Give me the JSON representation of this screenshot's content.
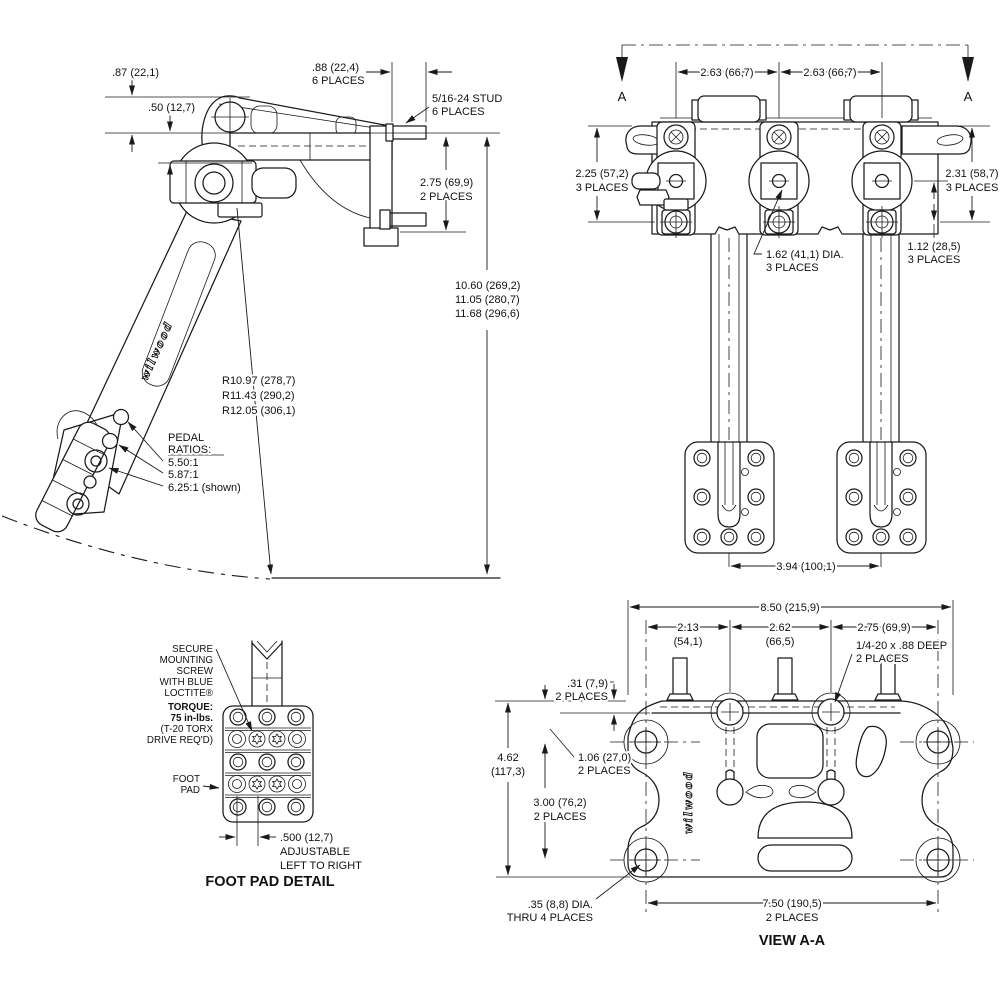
{
  "side_view": {
    "dim_a": ".87 (22,1)",
    "dim_b": ".50 (12,7)",
    "dim_c1": ".88 (22,4)",
    "dim_c2": "6 PLACES",
    "stud1": "5/16-24 STUD",
    "stud2": "6 PLACES",
    "dim_d1": "2.75 (69,9)",
    "dim_d2": "2 PLACES",
    "heights": [
      "10.60 (269,2)",
      "11.05 (280,7)",
      "11.68 (296,6)"
    ],
    "radii": [
      "R10.97 (278,7)",
      "R11.43 (290,2)",
      "R12.05 (306,1)"
    ],
    "ratios_t1": "PEDAL",
    "ratios_t2": "RATIOS:",
    "ratios": [
      "5.50:1",
      "5.87:1",
      "6.25:1 (shown)"
    ],
    "logo": "wilwood"
  },
  "front_view": {
    "section": "A",
    "dim_263a": "2.63 (66,7)",
    "dim_263b": "2.63 (66,7)",
    "dim_225a": "2.25 (57,2)",
    "dim_225b": "3 PLACES",
    "dim_231a": "2.31 (58,7)",
    "dim_231b": "3 PLACES",
    "dim_112a": "1.12 (28,5)",
    "dim_112b": "3 PLACES",
    "dia_162a": "1.62 (41,1) DIA.",
    "dia_162b": "3 PLACES",
    "dim_394": "3.94 (100,1)"
  },
  "foot_pad": {
    "note1": [
      "SECURE",
      "MOUNTING",
      "SCREW",
      "WITH BLUE",
      "LOCTITE®"
    ],
    "note2": [
      "TORQUE:",
      "75 in-lbs."
    ],
    "note3": [
      "(T-20 TORX",
      "DRIVE REQ'D)"
    ],
    "label1": "FOOT",
    "label2": "PAD",
    "dim_500": ".500 (12,7)",
    "dim_500b": "ADJUSTABLE",
    "dim_500c": "LEFT TO RIGHT",
    "title": "FOOT PAD DETAIL"
  },
  "view_aa": {
    "dim_850": "8.50 (215,9)",
    "dim_213a": "2.13",
    "dim_213b": "(54,1)",
    "dim_262a": "2.62",
    "dim_262b": "(66,5)",
    "dim_275": "2.75 (69,9)",
    "tap1": "1/4-20 x .88 DEEP",
    "tap2": "2 PLACES",
    "dim_31a": ".31 (7,9)",
    "dim_31b": "2 PLACES",
    "dim_462a": "4.62",
    "dim_462b": "(117,3)",
    "dim_106a": "1.06 (27,0)",
    "dim_106b": "2 PLACES",
    "dim_300a": "3.00 (76,2)",
    "dim_300b": "2 PLACES",
    "dia_35a": ".35 (8,8) DIA.",
    "dia_35b": "THRU 4 PLACES",
    "dim_750a": "7.50 (190,5)",
    "dim_750b": "2 PLACES",
    "title": "VIEW A-A",
    "logo": "wilwood"
  }
}
